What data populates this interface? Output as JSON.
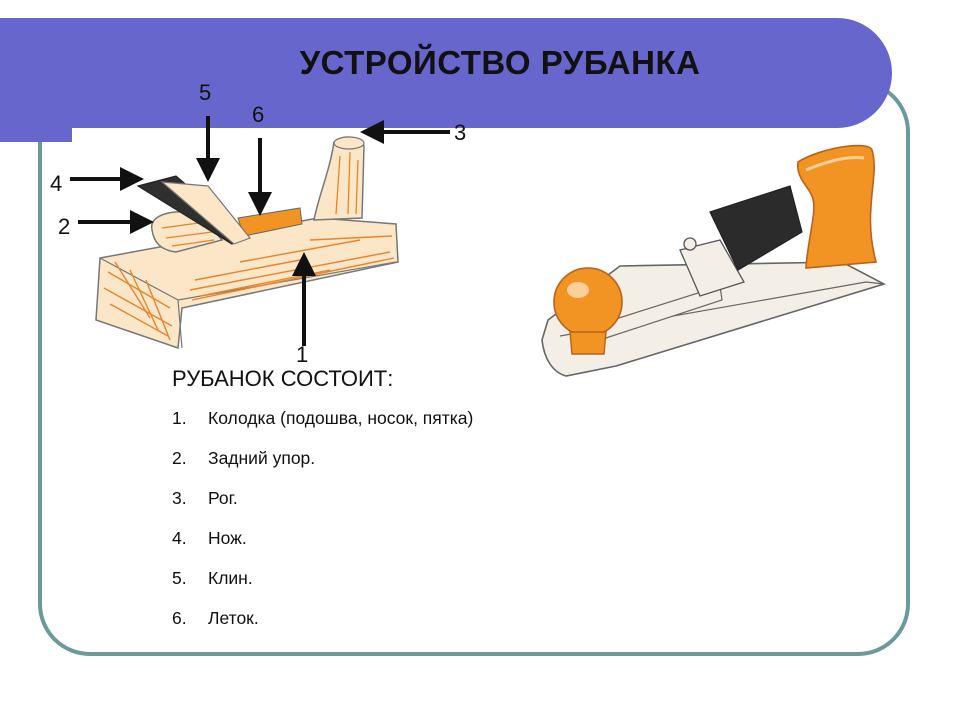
{
  "title": "УСТРОЙСТВО РУБАНКА",
  "callouts": {
    "c1": "1",
    "c2": "2",
    "c3": "3",
    "c4": "4",
    "c5": "5",
    "c6": "6"
  },
  "list": {
    "heading": "РУБАНОК СОСТОИТ:",
    "items": [
      {
        "num": "1.",
        "text": "Колодка (подошва, носок, пятка)"
      },
      {
        "num": "2.",
        "text": "Задний упор."
      },
      {
        "num": "3.",
        "text": "Рог."
      },
      {
        "num": "4.",
        "text": "Нож."
      },
      {
        "num": "5.",
        "text": "Клин."
      },
      {
        "num": "6.",
        "text": "Леток."
      }
    ]
  },
  "colors": {
    "title_bar": "#6666cc",
    "frame_border": "#6b9a9a",
    "wood_fill": "#fbe6c8",
    "wood_line": "#e8842a",
    "orange": "#f29423",
    "iron": "#333333",
    "metal": "#f3eee6"
  }
}
